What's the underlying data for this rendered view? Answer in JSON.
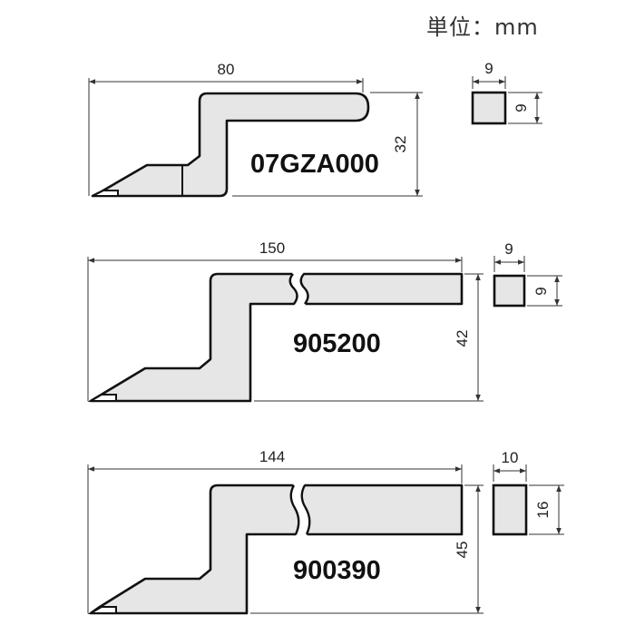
{
  "unit_label": "単位：mm",
  "tools": [
    {
      "code": "07GZA000",
      "length": "80",
      "height": "32",
      "section_width": "9",
      "section_height": "9"
    },
    {
      "code": "905200",
      "length": "150",
      "height": "42",
      "section_width": "9",
      "section_height": "9"
    },
    {
      "code": "900390",
      "length": "144",
      "height": "45",
      "section_width": "10",
      "section_height": "16"
    }
  ]
}
